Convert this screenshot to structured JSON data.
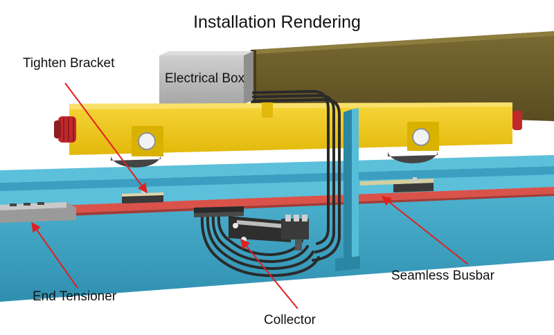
{
  "title": "Installation Rendering",
  "labels": {
    "tighten_bracket": "Tighten Bracket",
    "electrical_box": "Electrical Box",
    "end_tensioner": "End Tensioner",
    "collector": "Collector",
    "seamless_busbar": "Seamless Busbar"
  },
  "colors": {
    "beam_teal": "#43a5c4",
    "beam_top": "#5cc0da",
    "busbar_red": "#d9534a",
    "trolley_yellow": "#f2cb14",
    "girder_olive": "#6a5c2a",
    "box_gray": "#b9b9b9",
    "arrow_red": "#e02020",
    "cable_dark": "#2a2a2a"
  }
}
